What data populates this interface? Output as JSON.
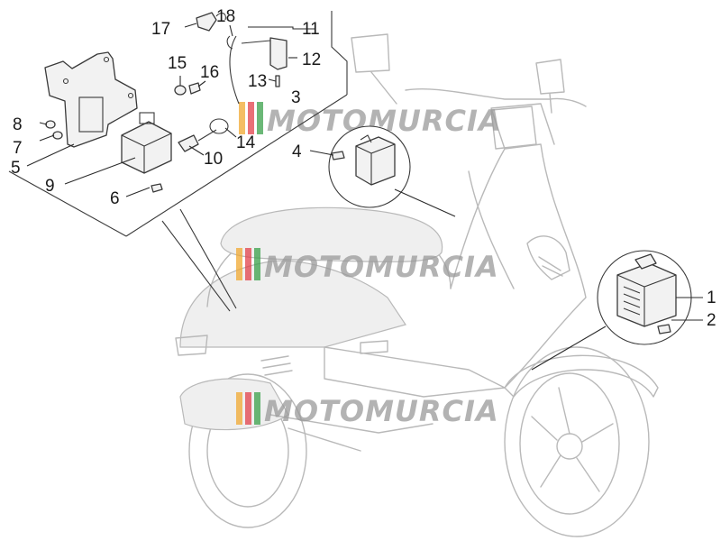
{
  "watermark": {
    "text": "MOTOMURCIA",
    "stripe_colors": [
      "#f0a830",
      "#e2404a",
      "#3aa04a"
    ]
  },
  "callouts": [
    {
      "id": "1",
      "label": "1"
    },
    {
      "id": "2",
      "label": "2"
    },
    {
      "id": "3",
      "label": "3"
    },
    {
      "id": "4",
      "label": "4"
    },
    {
      "id": "5",
      "label": "5"
    },
    {
      "id": "6",
      "label": "6"
    },
    {
      "id": "7",
      "label": "7"
    },
    {
      "id": "8",
      "label": "8"
    },
    {
      "id": "9",
      "label": "9"
    },
    {
      "id": "10",
      "label": "10"
    },
    {
      "id": "11",
      "label": "11"
    },
    {
      "id": "12",
      "label": "12"
    },
    {
      "id": "13",
      "label": "13"
    },
    {
      "id": "14",
      "label": "14"
    },
    {
      "id": "15",
      "label": "15"
    },
    {
      "id": "16",
      "label": "16"
    },
    {
      "id": "17",
      "label": "17"
    },
    {
      "id": "18",
      "label": "18"
    }
  ]
}
